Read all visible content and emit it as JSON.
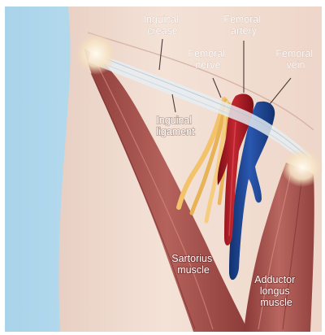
{
  "labels": {
    "inguinal_crease": [
      "Inguinal",
      "crease"
    ],
    "femoral_artery": [
      "Femoral",
      "artery"
    ],
    "femoral_nerve": [
      "Femoral",
      "nerve"
    ],
    "femoral_vein": [
      "Femoral",
      "vein"
    ],
    "inguinal_ligament": [
      "Inguinal",
      "ligament"
    ],
    "sartorius_muscle": [
      "Sartorius",
      "muscle"
    ],
    "adductor_longus_muscle": [
      "Adductor",
      "longus",
      "muscle"
    ]
  },
  "colors": {
    "skin": "#f1dcd0",
    "background": "#bfe0ef",
    "muscle": "#a6524f",
    "muscle_dark": "#7e3532",
    "artery": "#a3141c",
    "vein": "#1b3f8c",
    "nerve": "#f2c36a",
    "ligament": "#e4ecf1"
  }
}
